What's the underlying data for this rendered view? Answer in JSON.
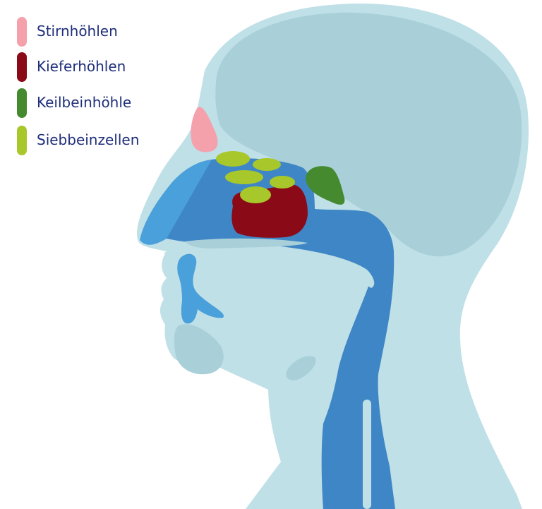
{
  "legend": {
    "items": [
      {
        "label": "Stirnhöhlen",
        "color": "#f4a1ac"
      },
      {
        "label": "Kieferhöhlen",
        "color": "#8a0a18"
      },
      {
        "label": "Keilbeinhöhle",
        "color": "#458a2f"
      },
      {
        "label": "Siebbeinzellen",
        "color": "#a8c72a"
      }
    ]
  },
  "colors": {
    "head": "#bfe0e7",
    "skull": "#a9d0d9",
    "airway": "#3f86c6",
    "airway_light": "#4aa0da",
    "text": "#1f2f7a"
  }
}
